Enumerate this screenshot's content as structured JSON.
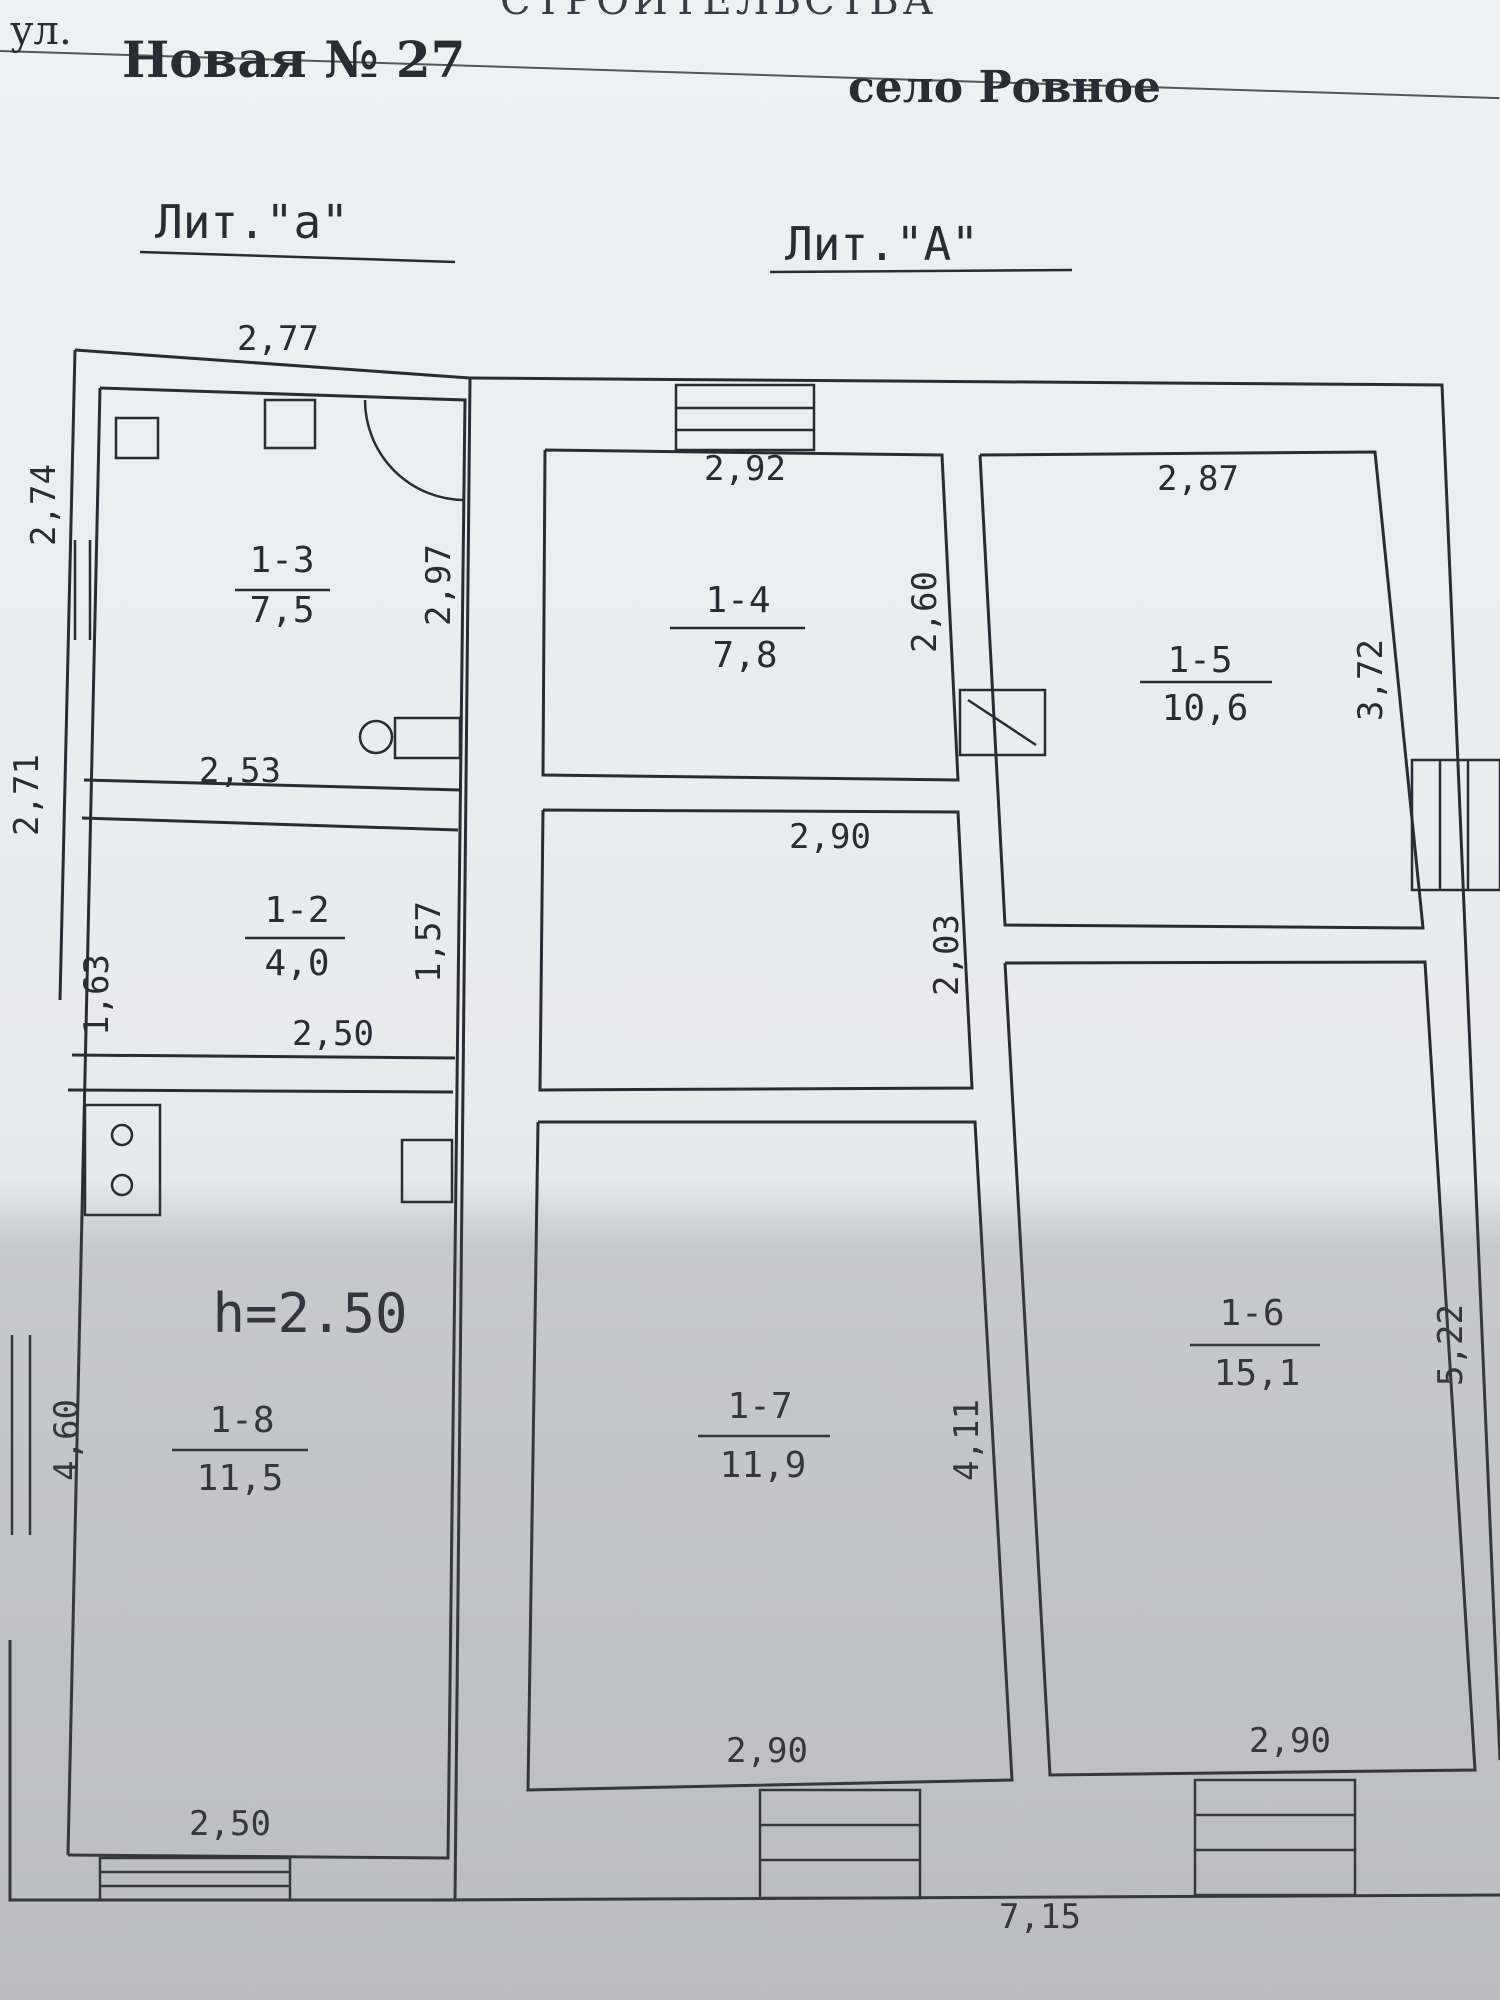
{
  "header": {
    "cut_title": "СТРОИТЕЛЬСТВА",
    "street_prefix": "ул.",
    "street_name": "Новая № 27",
    "village": "село Ровное"
  },
  "labels": {
    "lit_small": "Лит.\"а\"",
    "lit_main": "Лит.\"А\"",
    "ceiling_height": "h=2.50"
  },
  "rooms": [
    {
      "id": "1-3",
      "area": "7,5"
    },
    {
      "id": "1-4",
      "area": "7,8"
    },
    {
      "id": "1-5",
      "area": "10,6"
    },
    {
      "id": "1-2",
      "area": "4,0"
    },
    {
      "id": "1-8",
      "area": "11,5"
    },
    {
      "id": "1-7",
      "area": "11,9"
    },
    {
      "id": "1-6",
      "area": "15,1"
    }
  ],
  "dimensions": {
    "d1": "2,77",
    "d2": "2,74",
    "d3": "2,71",
    "d4": "2,97",
    "d5": "2,92",
    "d6": "2,87",
    "d7": "2,60",
    "d8": "3,72",
    "d9": "2,53",
    "d10": "2,90",
    "d11": "1,63",
    "d12": "1,57",
    "d13": "2,03",
    "d14": "2,50",
    "d15": "5,22",
    "d16": "4,60",
    "d17": "4,11",
    "d18": "2,90",
    "d19": "2,90",
    "d20": "2,50",
    "d21": "7,15"
  }
}
